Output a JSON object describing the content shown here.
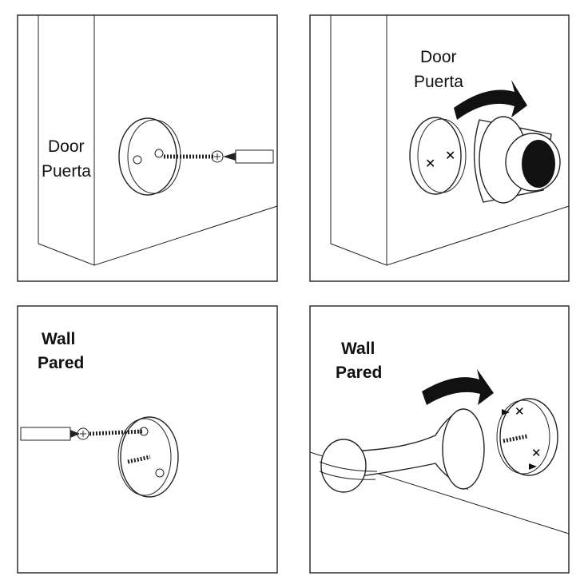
{
  "panels": [
    {
      "id": "door-install-plate",
      "label_line1": "Door",
      "label_line2": "Puerta"
    },
    {
      "id": "door-attach-stopper",
      "label_line1": "Door",
      "label_line2": "Puerta"
    },
    {
      "id": "wall-install-plate",
      "label_line1": "Wall",
      "label_line2": "Pared"
    },
    {
      "id": "wall-attach-stopper",
      "label_line1": "Wall",
      "label_line2": "Pared"
    }
  ]
}
